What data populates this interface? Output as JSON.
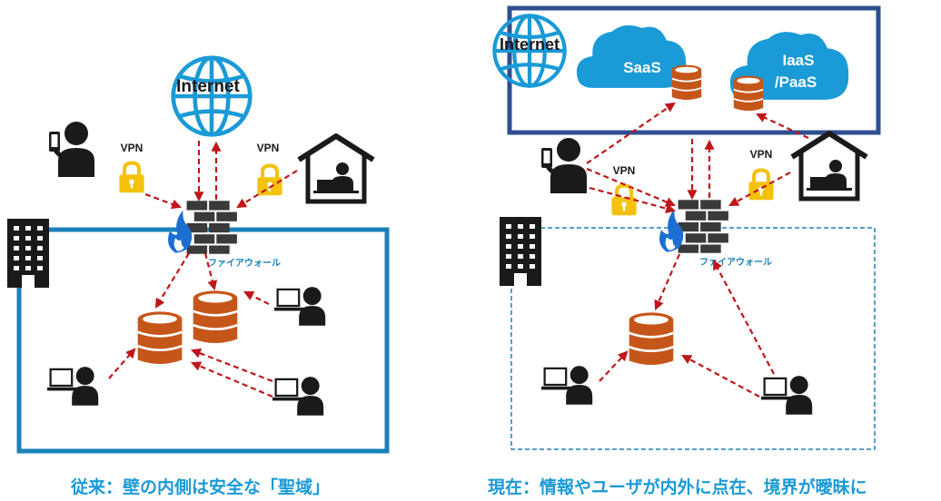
{
  "left_diagram": {
    "internet_label": "Internet",
    "vpn_label_mobile": "VPN",
    "vpn_label_home": "VPN",
    "firewall_label": "ファイアウォール",
    "caption": "従来：壁の内側は安全な「聖域」",
    "icons": [
      "globe-icon",
      "mobile-user-icon",
      "padlock-icon",
      "home-worker-icon",
      "firewall-icon",
      "building-icon",
      "database-icon",
      "pc-user-icon"
    ]
  },
  "right_diagram": {
    "internet_label": "Internet",
    "saas_label": "SaaS",
    "iaas_label_line1": "IaaS",
    "iaas_label_line2": "/PaaS",
    "vpn_label_mobile": "VPN",
    "vpn_label_home": "VPN",
    "firewall_label": "ファイアウォール",
    "caption": "現在：情報やユーザが内外に点在、境界が曖昧に",
    "icons": [
      "globe-icon",
      "cloud-icon",
      "database-icon",
      "mobile-user-icon",
      "padlock-icon",
      "home-worker-icon",
      "firewall-icon",
      "building-icon",
      "pc-user-icon"
    ]
  },
  "colors": {
    "accent_blue": "#1a9ad6",
    "boundary_blue": "#1a82b8",
    "cloud_frame": "#2e4f8f",
    "arrow_red": "#c0161a",
    "database_orange": "#c5561a",
    "padlock_yellow": "#f4c20d",
    "icon_dark": "#1a1a1a"
  }
}
